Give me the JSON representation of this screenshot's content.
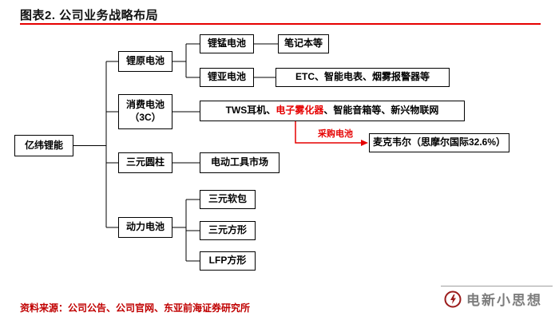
{
  "header": {
    "title": "图表2. 公司业务战略布局"
  },
  "colors": {
    "accent_red": "#e60000",
    "source_red": "#c00000"
  },
  "diagram": {
    "root": "亿纬锂能",
    "lithium_primary": "锂原电池",
    "consumer_line1": "消费电池",
    "consumer_line2": "（3C）",
    "ternary_cylinder": "三元圆柱",
    "power_battery": "动力电池",
    "li_mn": "锂锰电池",
    "laptops": "笔记本等",
    "li_socl2": "锂亚电池",
    "etc_apps": "ETC、智能电表、烟雾报警器等",
    "consumer_apps_1": "TWS耳机、",
    "consumer_apps_2": "电子雾化器",
    "consumer_apps_3": "、智能音箱等、新兴物联网",
    "purchase_battery": "采购电池",
    "smoore": "麦克韦尔（思摩尔国际32.6%）",
    "power_tools": "电动工具市场",
    "ternary_pouch": "三元软包",
    "ternary_prismatic": "三元方形",
    "lfp_prismatic": "LFP方形"
  },
  "footer": {
    "source": "资料来源：公司公告、公司官网、东亚前海证券研究所",
    "watermark": "电新小思想"
  }
}
